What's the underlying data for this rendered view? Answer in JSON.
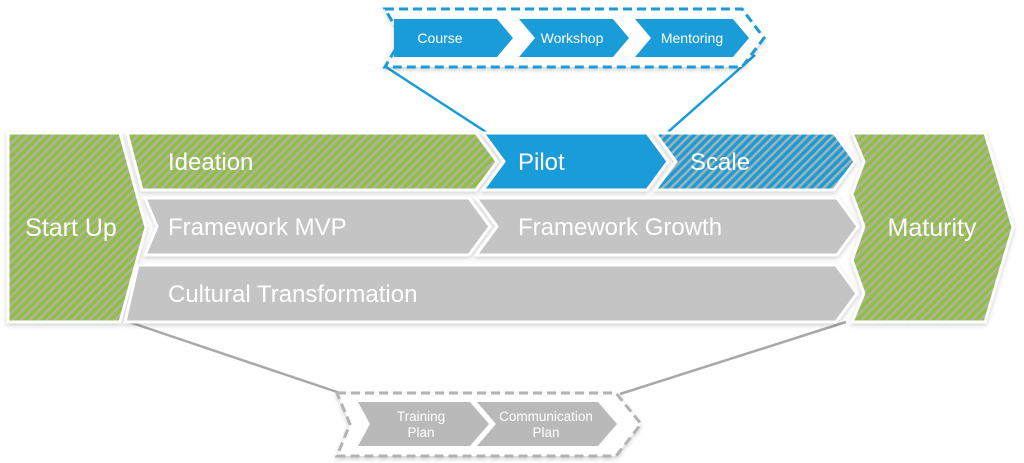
{
  "main": {
    "start": {
      "label": "Start Up"
    },
    "maturity": {
      "label": "Maturity"
    },
    "row1": {
      "ideation": "Ideation",
      "pilot": "Pilot",
      "scale": "Scale"
    },
    "row2": {
      "mvp": "Framework MVP",
      "growth": "Framework Growth"
    },
    "row3": {
      "culture": "Cultural Transformation"
    }
  },
  "top_callout": {
    "course": "Course",
    "workshop": "Workshop",
    "mentoring": "Mentoring"
  },
  "bottom_callout": {
    "training": {
      "line1": "Training",
      "line2": "Plan"
    },
    "communication": {
      "line1": "Communication",
      "line2": "Plan"
    }
  },
  "colors": {
    "blue": "#1a9cd8",
    "green": "#8ec03f",
    "gray_row": "#c4c4c4",
    "gray_chevron": "#b9b9b9",
    "gray_dash_border": "#b3b3b3",
    "gray_connector": "#a8a8a8",
    "hatch_stripe_green": "#b0b2a0",
    "hatch_stripe_blue": "#a2b2b4",
    "text": "#ffffff"
  }
}
